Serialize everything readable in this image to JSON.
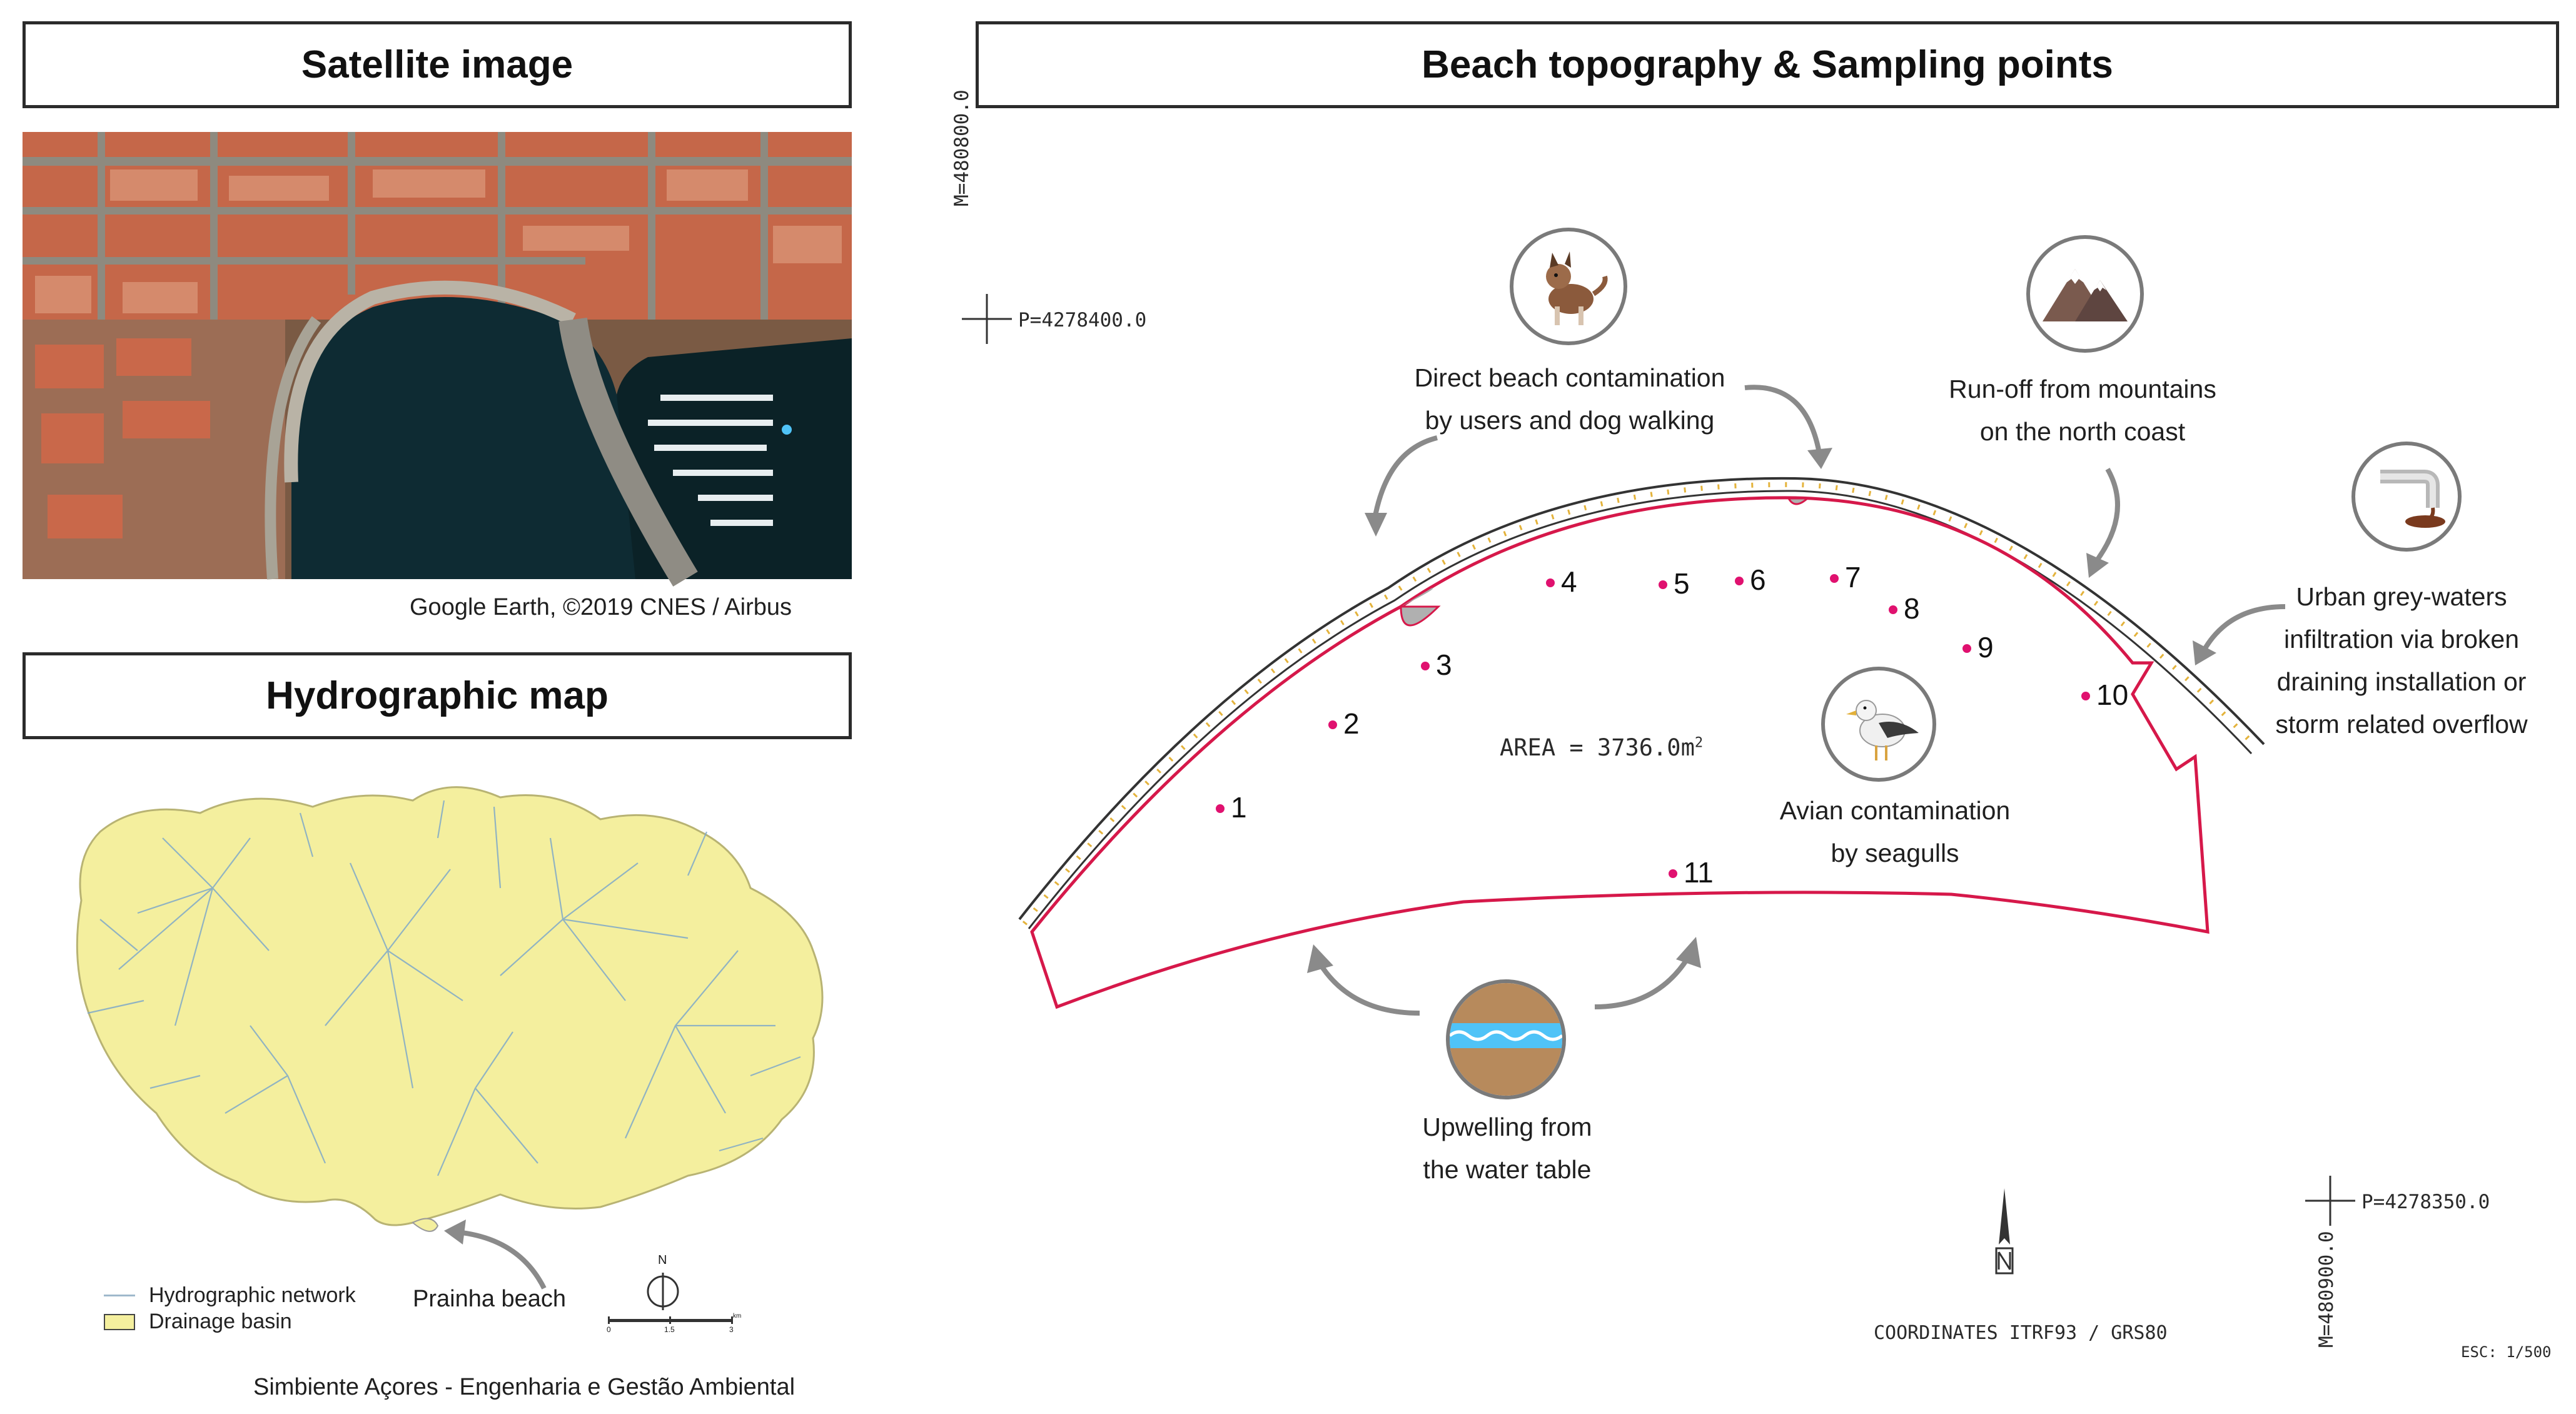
{
  "panels": {
    "satellite": {
      "title": "Satellite image",
      "credit": "Google Earth, ©2019 CNES / Airbus"
    },
    "hydro": {
      "title": "Hydrographic map",
      "beach_label": "Prainha beach",
      "north_label": "N",
      "legend": [
        {
          "label": "Hydrographic network"
        },
        {
          "label": "Drainage basin"
        }
      ],
      "scale_ticks": [
        "0",
        "1.5",
        "3"
      ],
      "scale_unit": "km",
      "footer": "Simbiente Açores - Engenharia e Gestão Ambiental"
    },
    "topo": {
      "title": "Beach topography & Sampling points"
    }
  },
  "topo": {
    "coord_top_m": "M=480800.0",
    "coord_top_p": "P=4278400.0",
    "coord_bottom_m": "M=480900.0",
    "coord_bottom_p": "P=4278350.0",
    "area_text": "AREA = 3736.0m",
    "area_sup": "2",
    "coordinates_note": "COORDINATES  ITRF93 / GRS80",
    "scale_note": "ESC: 1/500",
    "sources": [
      {
        "id": "dog",
        "icon": "dog-icon",
        "lines": [
          "Direct beach contamination",
          "by users and dog walking"
        ]
      },
      {
        "id": "mountain",
        "icon": "mountain-icon",
        "lines": [
          "Run-off from mountains",
          "on the north coast"
        ]
      },
      {
        "id": "pipe",
        "icon": "pipe-icon",
        "lines": [
          "Urban grey-waters",
          "infiltration via broken",
          "draining installation or",
          "storm related overflow"
        ]
      },
      {
        "id": "seagull",
        "icon": "seagull-icon",
        "lines": [
          "Avian contamination",
          "by seagulls"
        ]
      },
      {
        "id": "water",
        "icon": "water-table-icon",
        "lines": [
          "Upwelling from",
          "the water table"
        ]
      }
    ],
    "sampling_points": [
      "1",
      "2",
      "3",
      "4",
      "5",
      "6",
      "7",
      "8",
      "9",
      "10",
      "11"
    ]
  },
  "colors": {
    "sample": "#e0116f",
    "boundary": "#d6184a",
    "sand": "#f4ef9e",
    "water": "#0e2b33"
  }
}
